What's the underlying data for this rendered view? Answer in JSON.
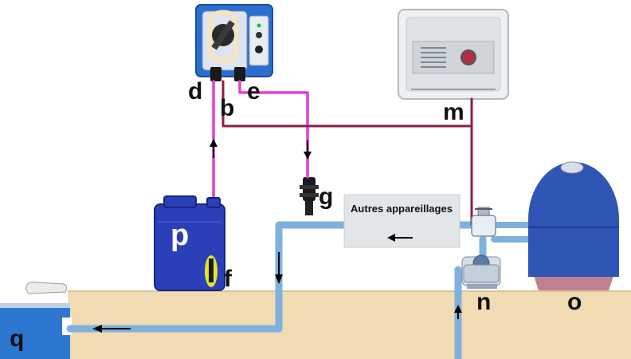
{
  "labels": {
    "d": "d",
    "b": "b",
    "e": "e",
    "g": "g",
    "m": "m",
    "p": "p",
    "f": "f",
    "n": "n",
    "o": "o",
    "q": "q"
  },
  "other_equipment": "Autres appareillages",
  "colors": {
    "ground": "#f0dbb2",
    "pipe_blue": "#7fb0de",
    "pipe_dark": "#3f6fa8",
    "tube_magenta": "#e23fd8",
    "cable_maroon": "#8a1f4a",
    "canister_blue": "#2a3fb8",
    "tank_blue": "#2f55b5",
    "tank_base": "#c08090",
    "pump_body": "#3a7ee0",
    "control_box": "#e9ecef",
    "other_box": "#e3e6e9",
    "pool_water": "#2e77d0"
  },
  "icons": [
    "peristaltic-pump-icon",
    "electrical-box-icon",
    "canister-icon",
    "injector-icon",
    "sand-filter-icon",
    "circulation-pump-icon",
    "multiport-valve-icon",
    "flow-arrow-icon"
  ]
}
